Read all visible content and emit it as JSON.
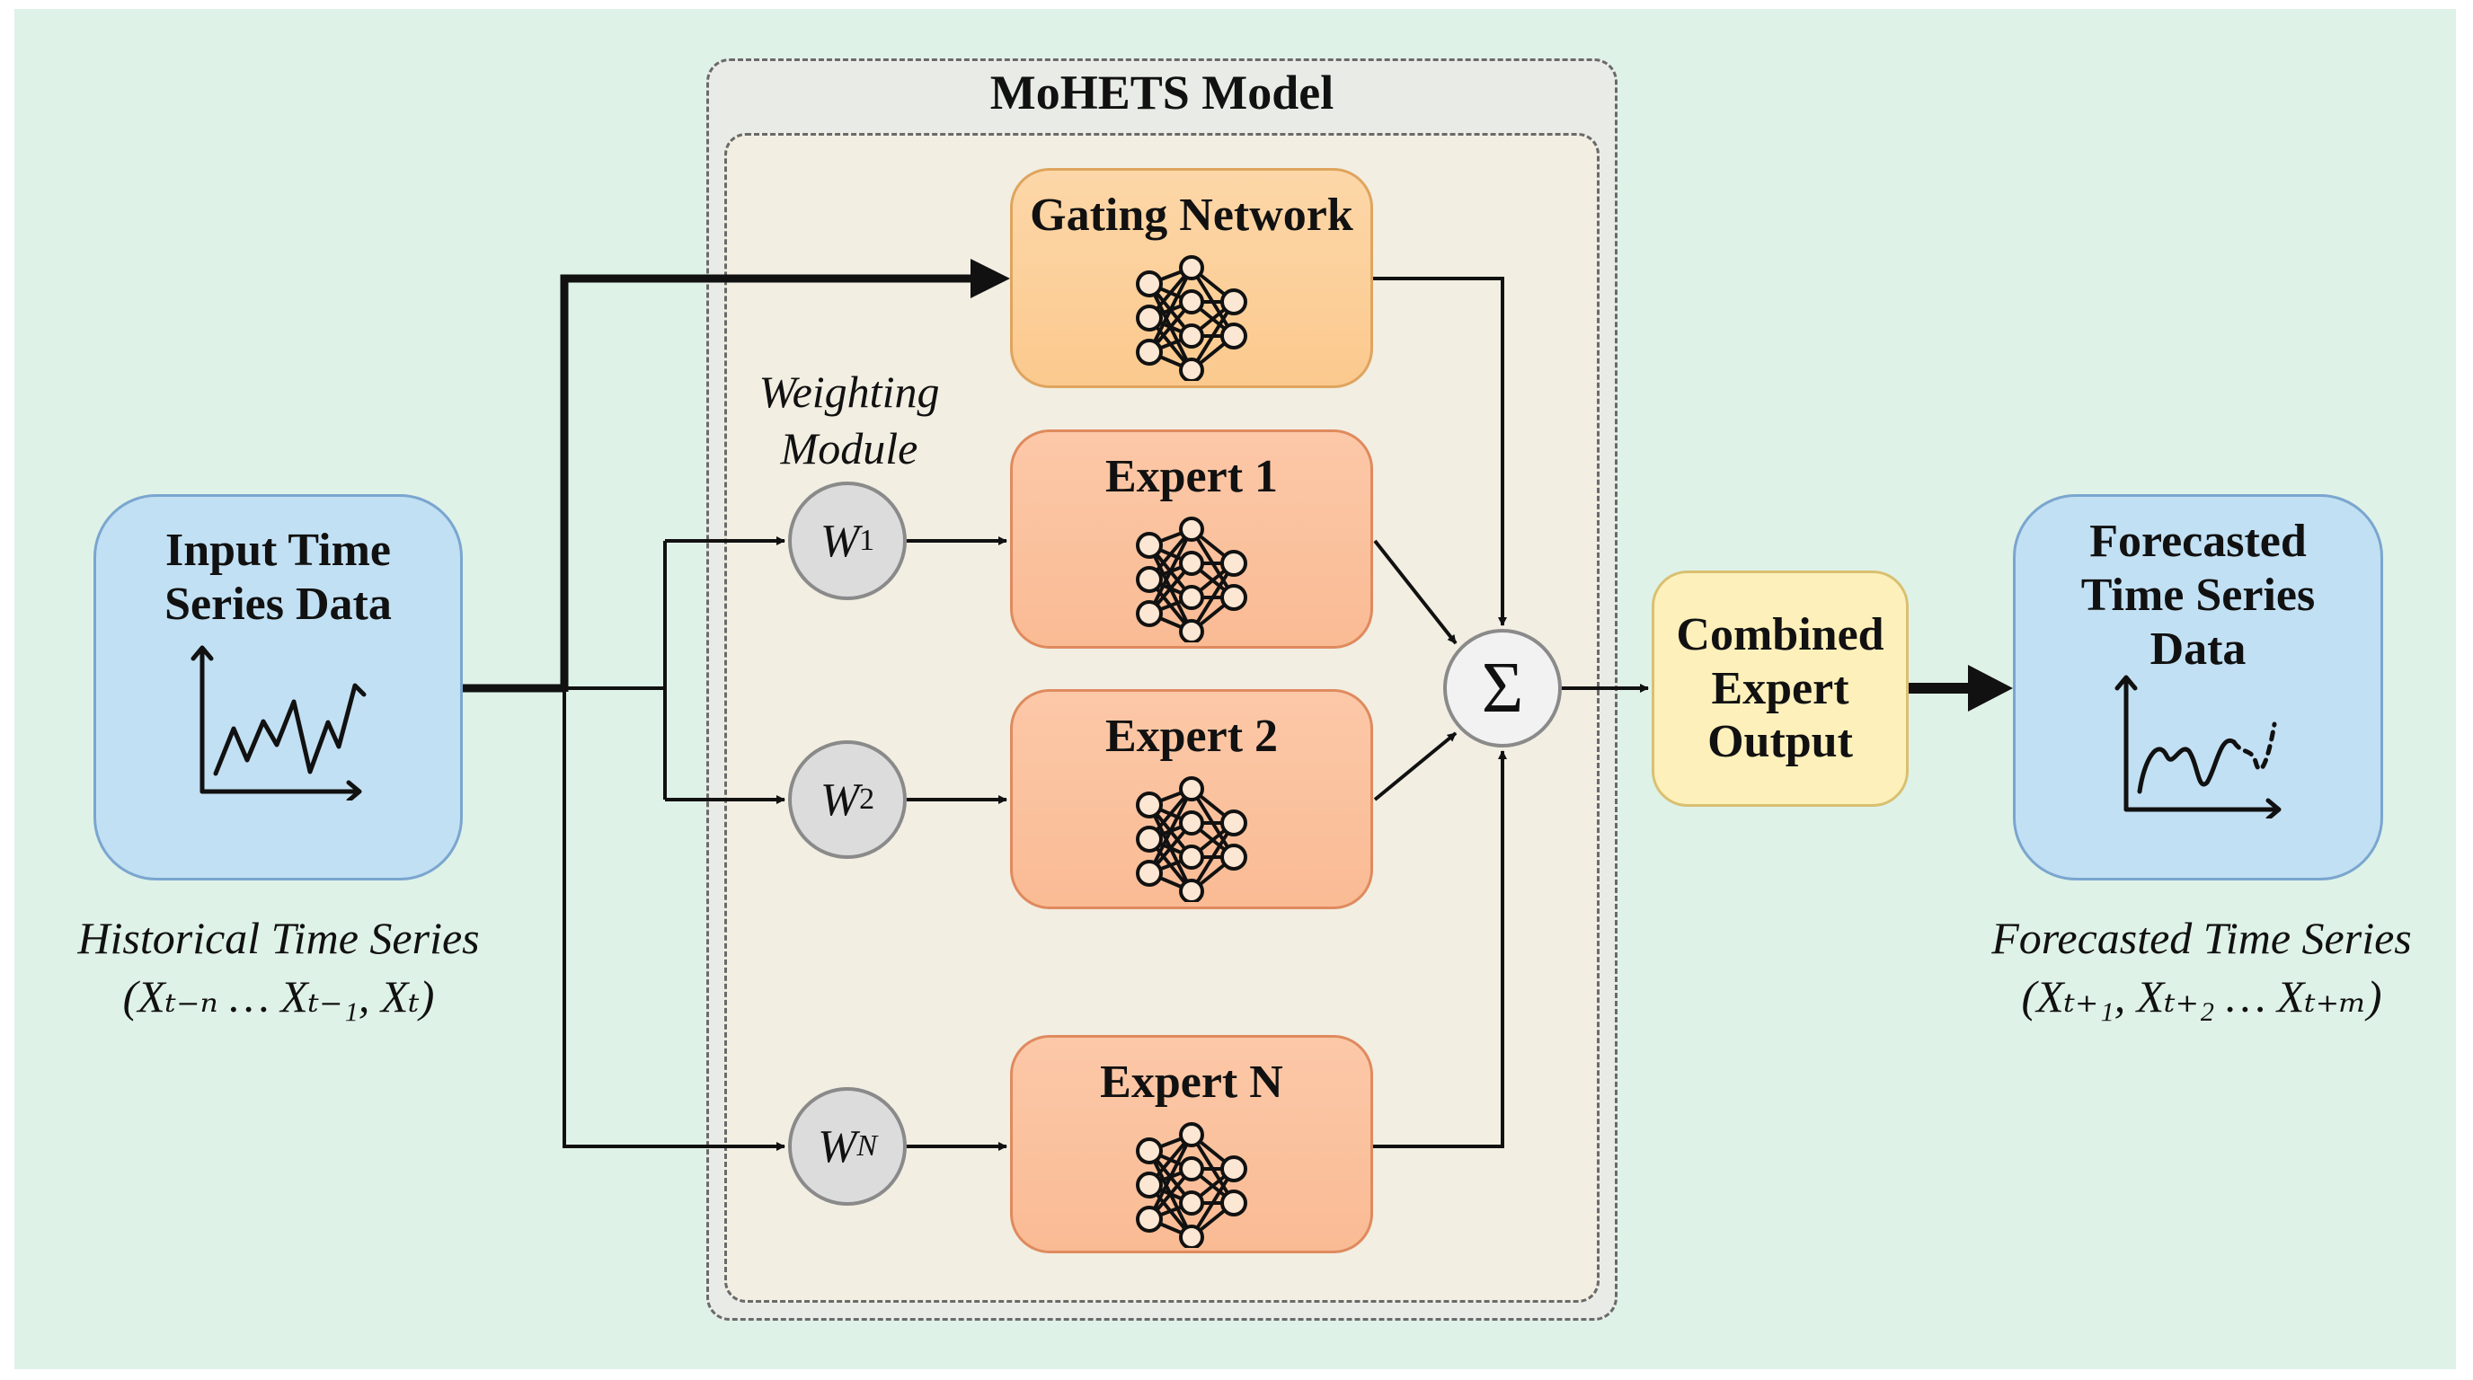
{
  "diagram": {
    "title": "MoHETS Model",
    "colors": {
      "background": "#dff2e8",
      "io_box": "#c2e0f3",
      "gating_box": "#fccf9a",
      "expert_box": "#fbbf9b",
      "combined_box": "#fdf0bb",
      "weight_node": "#dcdcdc"
    },
    "input": {
      "label": "Input Time Series Data",
      "icon": "line-chart-icon",
      "caption_title": "Historical Time Series",
      "caption_math": "(Xₜ₋ₙ … Xₜ₋₁, Xₜ)"
    },
    "gating": {
      "label": "Gating Network",
      "icon": "neural-network-icon"
    },
    "weighting_module": {
      "label": "Weighting Module"
    },
    "weights": [
      {
        "base": "W",
        "sub": "1"
      },
      {
        "base": "W",
        "sub": "2"
      },
      {
        "base": "W",
        "sub": "N"
      }
    ],
    "experts": [
      {
        "label": "Expert 1",
        "icon": "neural-network-icon"
      },
      {
        "label": "Expert 2",
        "icon": "neural-network-icon"
      },
      {
        "label": "Expert N",
        "icon": "neural-network-icon"
      }
    ],
    "sum_node": {
      "symbol": "Σ"
    },
    "combined": {
      "label": "Combined Expert Output"
    },
    "output": {
      "label": "Forecasted Time Series Data",
      "icon": "forecast-chart-icon",
      "caption_title": "Forecasted Time Series",
      "caption_math": "(Xₜ₊₁, Xₜ₊₂ … Xₜ₊ₘ)"
    }
  }
}
